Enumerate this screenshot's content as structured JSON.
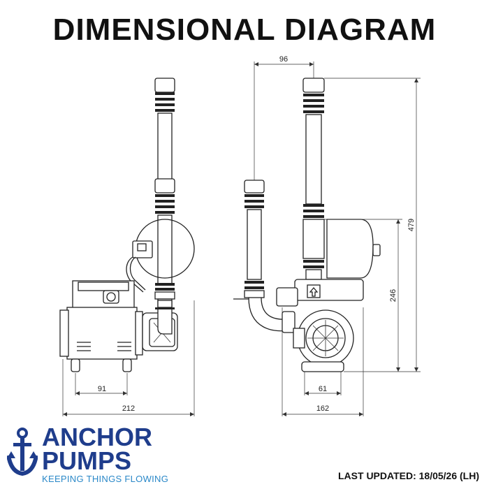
{
  "title": "DIMENSIONAL DIAGRAM",
  "dimensions": {
    "left_view_base": "91",
    "left_view_width": "212",
    "right_view_top": "96",
    "right_view_base": "61",
    "right_view_width": "162",
    "right_view_height_total": "479",
    "right_view_height_mid": "246"
  },
  "brand": {
    "name_line1": "ANCHOR",
    "name_line2": "PUMPS",
    "tagline": "KEEPING THINGS FLOWING",
    "color_primary": "#1f3d8c",
    "color_tagline": "#2a88c8",
    "logo_icon": "anchor-icon"
  },
  "footer": {
    "last_updated": "LAST UPDATED: 18/05/26 (LH)"
  }
}
